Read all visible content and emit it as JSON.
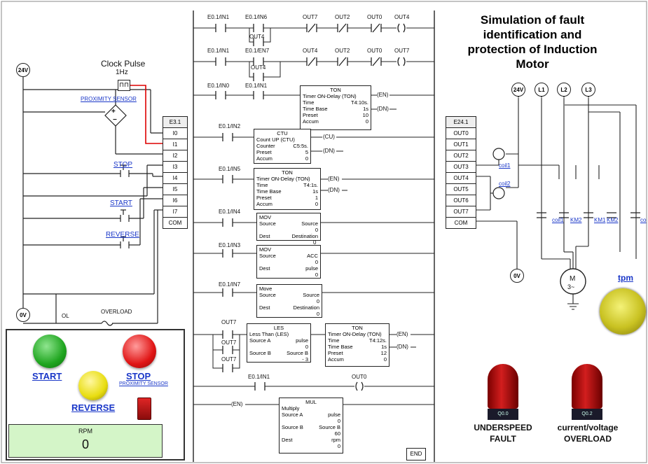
{
  "title": {
    "line1": "Simulation of fault",
    "line2": "identification and",
    "line3": "protection of Induction",
    "line4": "Motor"
  },
  "left": {
    "supply_top": "24V",
    "supply_bottom": "0V",
    "clock_label": "Clock Pulse",
    "clock_freq": "1Hz",
    "proximity": "PROXIMITY SENSOR",
    "stop": "STOP",
    "start": "START",
    "reverse": "REVERSE",
    "ol": "OL",
    "overload": "OVERLOAD",
    "input_module": {
      "name": "E3.1",
      "pins": [
        "I0",
        "I1",
        "I2",
        "I3",
        "I4",
        "I5",
        "I6",
        "I7",
        "COM"
      ]
    }
  },
  "panel": {
    "start_label": "START",
    "stop_label": "STOP",
    "proximity_label": "PROXIMITY SENSOR",
    "reverse_label": "REVERSE",
    "rpm_label": "RPM",
    "rpm_value": "0"
  },
  "ladder": {
    "r1": {
      "c1": "E0.1/IN1",
      "c2": "E0.1/IN6",
      "c3": "OUT7",
      "c4": "OUT2",
      "c5": "OUT0",
      "coil": "OUT4",
      "branch": "OUT4"
    },
    "r2": {
      "c1": "E0.1/IN1",
      "c2": "E0.1/EN7",
      "c3": "OUT4",
      "c4": "OUT2",
      "c5": "OUT0",
      "coil": "OUT7",
      "branch": "OUT4"
    },
    "r3": {
      "c1": "E0.1/IN0",
      "c2": "E0.1/IN1",
      "blk": {
        "name": "TON",
        "desc": "Timer ON-Delay (TON)",
        "time_l": "Time",
        "time_v": "T4:10s.",
        "base_l": "Time Base",
        "base_v": "1s",
        "preset_l": "Preset",
        "preset_v": "10",
        "accum_l": "Accum",
        "accum_v": "0"
      },
      "en": "EN",
      "dn": "DN"
    },
    "r4": {
      "c1": "E0.1/IN2",
      "blk": {
        "name": "CTU",
        "desc": "Count UP (CTU)",
        "counter_l": "Counter",
        "counter_v": "C5:5s.",
        "preset_l": "Preset",
        "preset_v": "5",
        "accum_l": "Accum",
        "accum_v": "0"
      },
      "cu": "CU",
      "dn": "DN"
    },
    "r5": {
      "c1": "E0.1/IN5",
      "blk": {
        "name": "TON",
        "desc": "Timer ON-Delay (TON)",
        "time_l": "Time",
        "time_v": "T4:1s.",
        "base_l": "Time Base",
        "base_v": "1s",
        "preset_l": "Preset",
        "preset_v": "1",
        "accum_l": "Accum",
        "accum_v": "0"
      },
      "en": "EN",
      "dn": "DN"
    },
    "r6": {
      "c1": "E0.1/IN4",
      "blk": {
        "name": "MOV",
        "src_l": "Source",
        "src_v": "Source",
        "src_n": "0",
        "dst_l": "Dest",
        "dst_v": "Destination",
        "dst_n": "0"
      }
    },
    "r7": {
      "c1": "E0.1/IN3",
      "blk": {
        "name": "MOV",
        "src_l": "Source",
        "src_v": "ACC",
        "src_n": "0",
        "dst_l": "Dest",
        "dst_v": "pulse",
        "dst_n": "0"
      }
    },
    "r8": {
      "c1": "E0.1/IN7",
      "blk": {
        "name": "Move",
        "src_l": "Source",
        "src_v": "Source",
        "src_n": "0",
        "dst_l": "Dest",
        "dst_v": "Destination",
        "dst_n": "0"
      }
    },
    "r9": {
      "c1": "OUT7",
      "c2": "OUT7",
      "c3": "OUT7",
      "les": {
        "name": "LES",
        "desc": "Less Than (LES)",
        "a_l": "Source A",
        "a_v": "pulse",
        "a_n": "0",
        "b_l": "Source B",
        "b_v": "Source B",
        "b_n": "- 3"
      },
      "ton": {
        "name": "TON",
        "desc": "Timer ON-Delay (TON)",
        "time_l": "Time",
        "time_v": "T4:12s.",
        "base_l": "Time Base",
        "base_v": "1s",
        "preset_l": "Preset",
        "preset_v": "12",
        "accum_l": "Accum",
        "accum_v": "0"
      },
      "en": "EN",
      "dn": "DN"
    },
    "r10": {
      "c1": "E0.1/IN1",
      "coil": "OUT0"
    },
    "r11": {
      "en": "EN",
      "blk": {
        "name": "MUL",
        "desc": "Multiply",
        "a_l": "Source A",
        "a_v": "pulse",
        "a_n": "0",
        "b_l": "Source B",
        "b_v": "Source B",
        "b_n": "60",
        "d_l": "Dest",
        "d_v": "rpm",
        "d_n": "0"
      }
    },
    "end": "END"
  },
  "right": {
    "output_module": {
      "name": "E24.1",
      "pins": [
        "OUT0",
        "OUT1",
        "OUT2",
        "OUT3",
        "OUT4",
        "OUT5",
        "OUT6",
        "OUT7",
        "COM"
      ]
    },
    "coil1": "coil1",
    "coil2": "coil2",
    "supply": "24V",
    "l1": "L1",
    "l2": "L2",
    "l3": "L3",
    "zero": "0V",
    "contacts": [
      "coil1",
      "KM2",
      "KM1",
      "KM2",
      "co"
    ],
    "motor_m": "M",
    "motor_phase": "3~",
    "tpm": "tpm",
    "lamp1_tag": "Q0.0",
    "lamp1_l1": "UNDERSPEED",
    "lamp1_l2": "FAULT",
    "lamp2_tag": "Q0.2",
    "lamp2_l1": "current/voltage",
    "lamp2_l2": "OVERLOAD"
  }
}
